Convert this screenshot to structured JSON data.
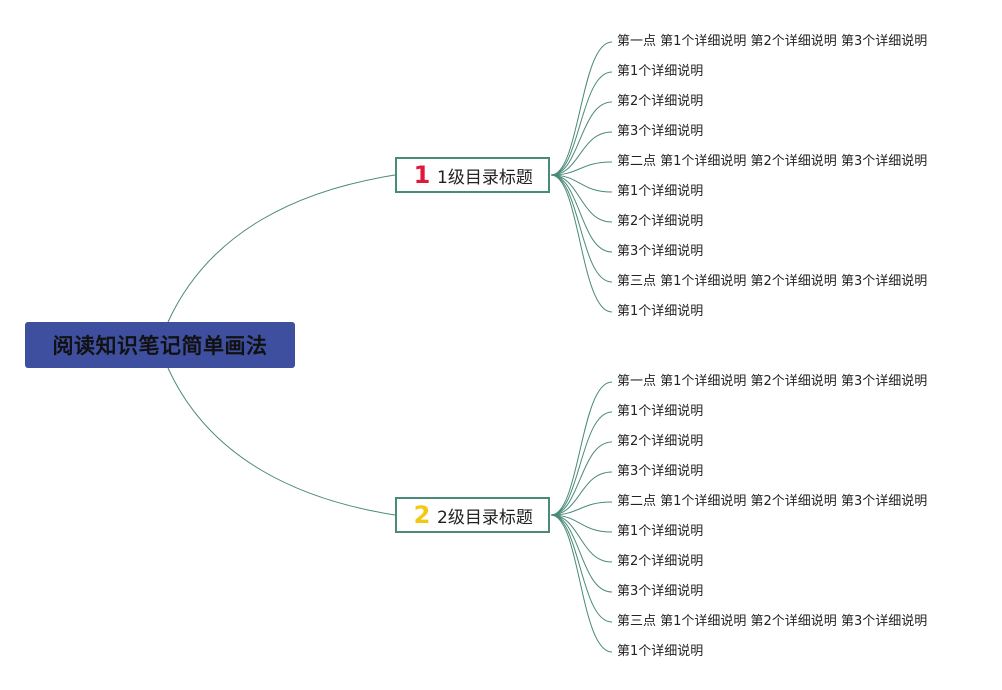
{
  "mindmap": {
    "root": {
      "label": "阅读知识笔记简单画法"
    },
    "colors": {
      "root_bg": "#3f4fa0",
      "link": "#4a8a78",
      "badge_1": "#e0193a",
      "badge_2": "#f2c811"
    },
    "branches": [
      {
        "badge": "1",
        "label": "1级目录标题",
        "badge_icon": "number-1-icon",
        "leaves": [
          "第一点 第1个详细说明 第2个详细说明 第3个详细说明",
          "第1个详细说明",
          "第2个详细说明",
          "第3个详细说明",
          "第二点 第1个详细说明 第2个详细说明 第3个详细说明",
          "第1个详细说明",
          "第2个详细说明",
          "第3个详细说明",
          "第三点 第1个详细说明 第2个详细说明 第3个详细说明",
          "第1个详细说明"
        ]
      },
      {
        "badge": "2",
        "label": "2级目录标题",
        "badge_icon": "number-2-icon",
        "leaves": [
          "第一点 第1个详细说明 第2个详细说明 第3个详细说明",
          "第1个详细说明",
          "第2个详细说明",
          "第3个详细说明",
          "第二点 第1个详细说明 第2个详细说明 第3个详细说明",
          "第1个详细说明",
          "第2个详细说明",
          "第3个详细说明",
          "第三点 第1个详细说明 第2个详细说明 第3个详细说明",
          "第1个详细说明"
        ]
      }
    ]
  }
}
